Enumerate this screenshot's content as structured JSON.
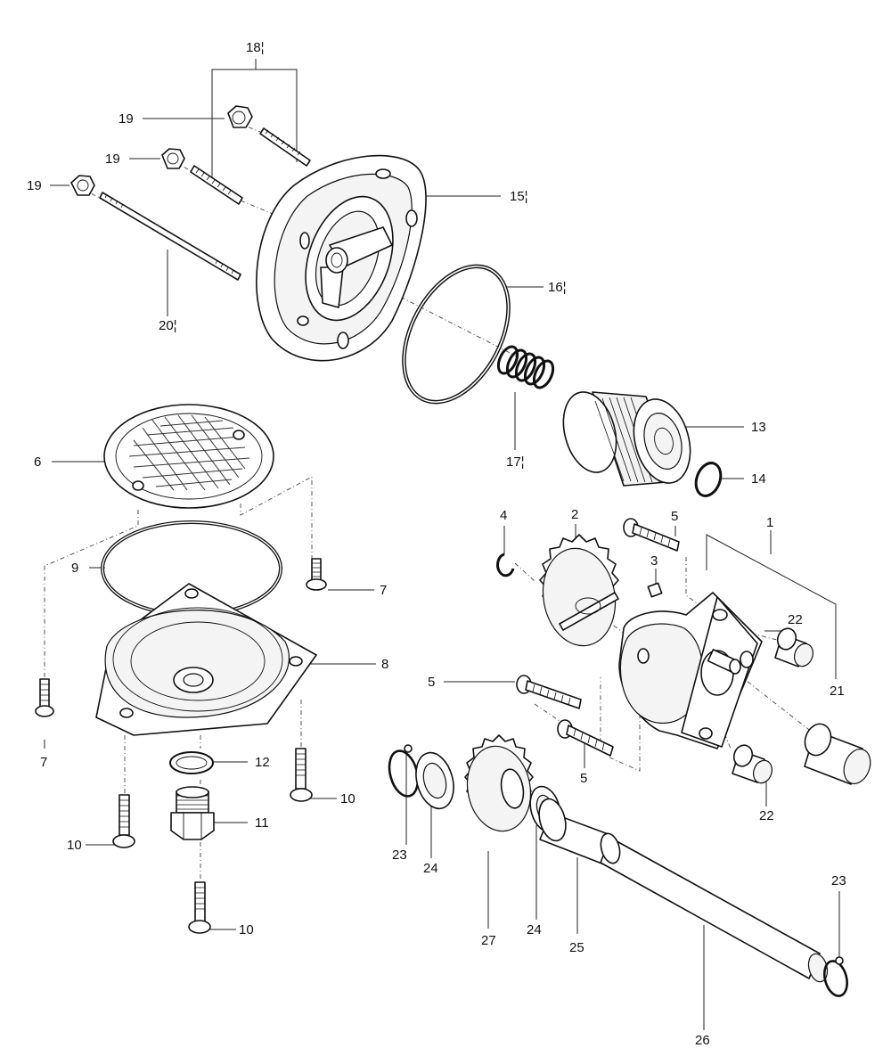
{
  "labels": {
    "l1": "1",
    "l2": "2",
    "l3": "3",
    "l4": "4",
    "l5a": "5",
    "l5b": "5",
    "l5c": "5",
    "l6": "6",
    "l7a": "7",
    "l7b": "7",
    "l8": "8",
    "l9": "9",
    "l10a": "10",
    "l10b": "10",
    "l10c": "10",
    "l11": "11",
    "l12": "12",
    "l13": "13",
    "l14": "14",
    "l15": "15¦",
    "l16": "16¦",
    "l17": "17¦",
    "l18": "18¦",
    "l19a": "19",
    "l19b": "19",
    "l19c": "19",
    "l20": "20¦",
    "l21": "21",
    "l22a": "22",
    "l22b": "22",
    "l23a": "23",
    "l23b": "23",
    "l24a": "24",
    "l24b": "24",
    "l25": "25",
    "l26": "26",
    "l27": "27"
  }
}
